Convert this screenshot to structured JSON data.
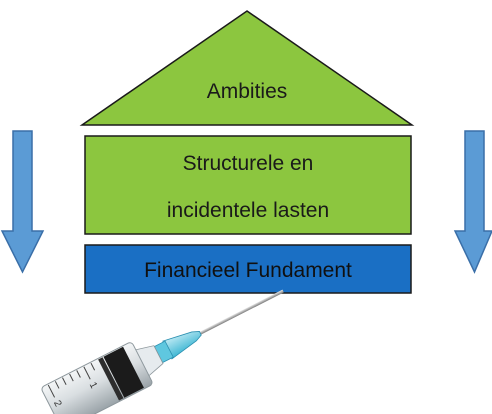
{
  "diagram": {
    "roof_label": "Ambities",
    "middle_label_line1": "Structurele en",
    "middle_label_line2": "incidentele lasten",
    "foundation_label": "Financieel Fundament",
    "syringe_scale": {
      "mark_1": "1",
      "mark_2": "2"
    },
    "colors": {
      "roof_fill": "#8cc63f",
      "middle_fill": "#8cc63f",
      "foundation_fill": "#1a6fc4",
      "arrow_fill": "#5b9bd5",
      "outline": "#000000"
    },
    "icons": [
      "down-arrow-icon",
      "syringe-icon"
    ]
  }
}
